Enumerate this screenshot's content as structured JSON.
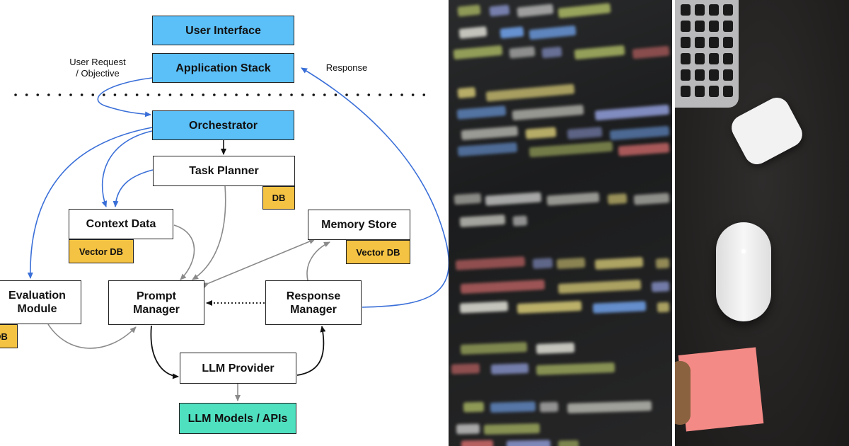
{
  "diagram": {
    "nodes": {
      "user_interface": "User Interface",
      "application_stack": "Application Stack",
      "orchestrator": "Orchestrator",
      "task_planner": "Task Planner",
      "task_planner_db": "DB",
      "context_data": "Context Data",
      "context_vector_db": "Vector DB",
      "memory_store": "Memory Store",
      "memory_vector_db": "Vector DB",
      "evaluation_module": "Evaluation\nModule",
      "evaluation_db": "DB",
      "prompt_manager": "Prompt\nManager",
      "response_manager": "Response\nManager",
      "llm_provider": "LLM Provider",
      "llm_models": "LLM Models / APIs"
    },
    "labels": {
      "user_request": "User Request\n/ Objective",
      "response": "Response"
    },
    "colors": {
      "blue_node": "#5bc0f8",
      "db_badge": "#f5c343",
      "green_node": "#4fe0c0",
      "blue_arrow": "#3a6fd8",
      "gray_arrow": "#8a8a8a"
    }
  },
  "photos": {
    "code": "code-screen-photo",
    "desk": "desk-photo"
  }
}
